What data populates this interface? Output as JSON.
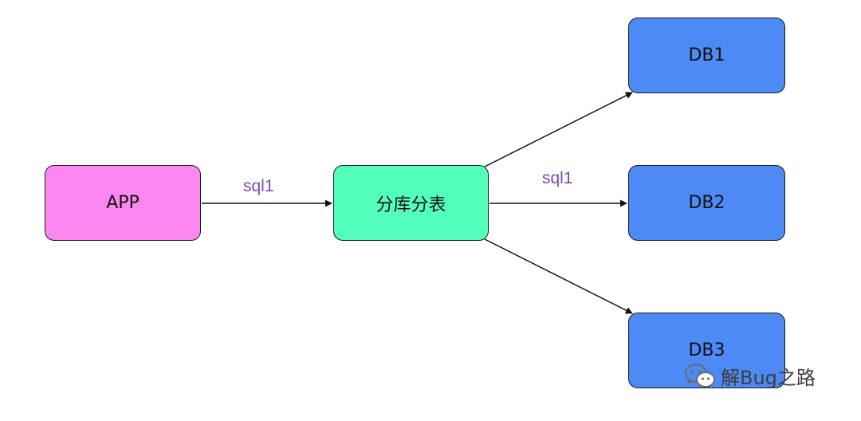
{
  "nodes": {
    "app": {
      "label": "APP",
      "color": "#fc87f0"
    },
    "shard": {
      "label": "分库分表",
      "color": "#52ffbb"
    },
    "db1": {
      "label": "DB1",
      "color": "#4d8af5"
    },
    "db2": {
      "label": "DB2",
      "color": "#4d8af5"
    },
    "db3": {
      "label": "DB3",
      "color": "#4d8af5"
    }
  },
  "edges": [
    {
      "from": "app",
      "to": "shard",
      "label": "sql1"
    },
    {
      "from": "shard",
      "to": "db1",
      "label": ""
    },
    {
      "from": "shard",
      "to": "db2",
      "label": "sql1"
    },
    {
      "from": "shard",
      "to": "db3",
      "label": ""
    }
  ],
  "watermark": {
    "text": "解Bug之路",
    "icon": "wechat-icon"
  }
}
